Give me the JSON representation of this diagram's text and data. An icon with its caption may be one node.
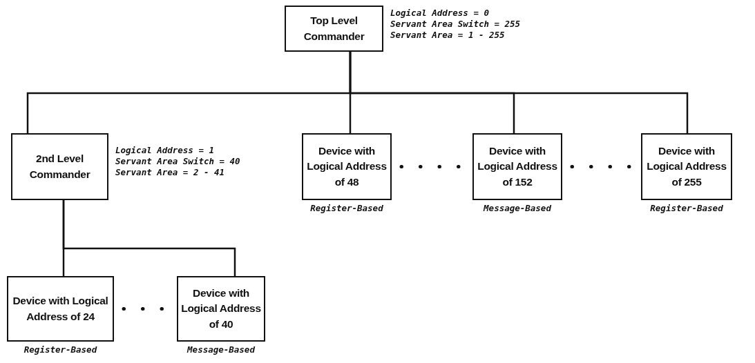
{
  "diagram": {
    "nodes": [
      {
        "text": [
          "Top Level Commander"
        ],
        "beside": [
          "Logical Address = 0",
          "Servant Area Switch = 255",
          "Servant Area = 1 - 255"
        ]
      },
      {
        "text": [
          "2nd Level Commander"
        ],
        "beside": [
          "Logical Address = 1",
          "Servant Area Switch = 40",
          "Servant Area = 2 - 41"
        ]
      },
      {
        "text": [
          "Device with Logical Address of 48"
        ],
        "beside": [
          "Register-Based"
        ]
      },
      {
        "text": [
          "Device with Logical Address of 152"
        ],
        "beside": [
          "Message-Based"
        ]
      },
      {
        "text": [
          "Device with Logical Address of 255"
        ],
        "beside": [
          "Register-Based"
        ]
      },
      {
        "text": [
          "Device with Logical Address of 24"
        ],
        "beside": [
          "Register-Based"
        ]
      },
      {
        "text": [
          "Device with Logical Address of 40"
        ],
        "beside": [
          "Message-Based"
        ]
      }
    ],
    "edges": [
      {
        "from": 0,
        "to": 1,
        "arrow": "none"
      },
      {
        "from": 0,
        "to": 2,
        "arrow": "none"
      },
      {
        "from": 0,
        "to": 3,
        "arrow": "none"
      },
      {
        "from": 0,
        "to": 4,
        "arrow": "none"
      },
      {
        "from": 1,
        "to": 5,
        "arrow": "none"
      },
      {
        "from": 1,
        "to": 6,
        "arrow": "none"
      },
      {
        "from": 2,
        "to": 3,
        "arrow": "none",
        "style": "dashed"
      },
      {
        "from": 3,
        "to": 4,
        "arrow": "none",
        "style": "dashed"
      },
      {
        "from": 5,
        "to": 6,
        "arrow": "none",
        "style": "dashed"
      }
    ]
  }
}
